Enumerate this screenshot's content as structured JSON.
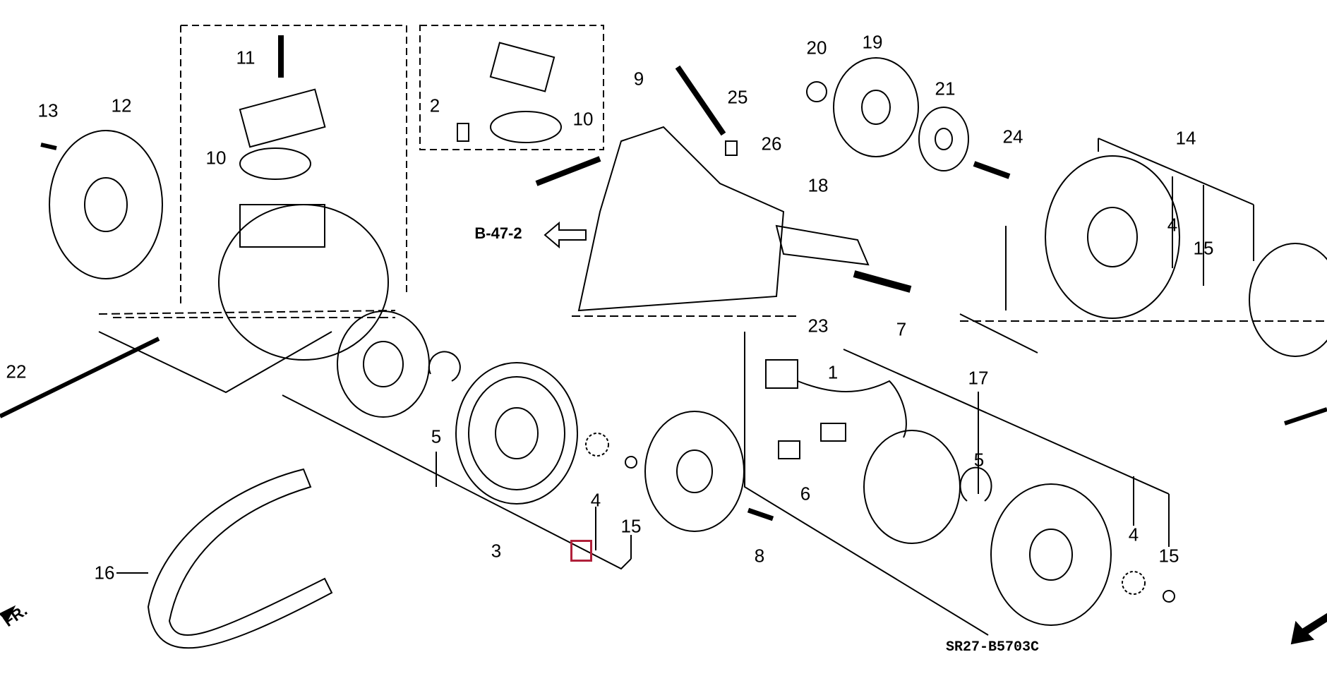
{
  "diagram": {
    "reference": "B-47-2",
    "code": "SR27-B5703C",
    "direction_label": "FR.",
    "highlight_color": "#b0203a",
    "callouts": [
      {
        "id": "c11",
        "text": "11"
      },
      {
        "id": "c12",
        "text": "12"
      },
      {
        "id": "c13",
        "text": "13"
      },
      {
        "id": "c10a",
        "text": "10"
      },
      {
        "id": "c2",
        "text": "2"
      },
      {
        "id": "c10b",
        "text": "10"
      },
      {
        "id": "c9",
        "text": "9"
      },
      {
        "id": "c20",
        "text": "20"
      },
      {
        "id": "c19",
        "text": "19"
      },
      {
        "id": "c25",
        "text": "25"
      },
      {
        "id": "c21",
        "text": "21"
      },
      {
        "id": "c26",
        "text": "26"
      },
      {
        "id": "c24",
        "text": "24"
      },
      {
        "id": "c14",
        "text": "14"
      },
      {
        "id": "c18",
        "text": "18"
      },
      {
        "id": "c4a",
        "text": "4"
      },
      {
        "id": "c15a",
        "text": "15"
      },
      {
        "id": "c23",
        "text": "23"
      },
      {
        "id": "c7",
        "text": "7"
      },
      {
        "id": "c1",
        "text": "1"
      },
      {
        "id": "c17",
        "text": "17"
      },
      {
        "id": "c22",
        "text": "22"
      },
      {
        "id": "c5a",
        "text": "5"
      },
      {
        "id": "c5b",
        "text": "5"
      },
      {
        "id": "c4b",
        "text": "4"
      },
      {
        "id": "c15b",
        "text": "15"
      },
      {
        "id": "c3",
        "text": "3"
      },
      {
        "id": "c6",
        "text": "6"
      },
      {
        "id": "c8",
        "text": "8"
      },
      {
        "id": "c4c",
        "text": "4"
      },
      {
        "id": "c15c",
        "text": "15"
      },
      {
        "id": "c16",
        "text": "16"
      }
    ]
  }
}
